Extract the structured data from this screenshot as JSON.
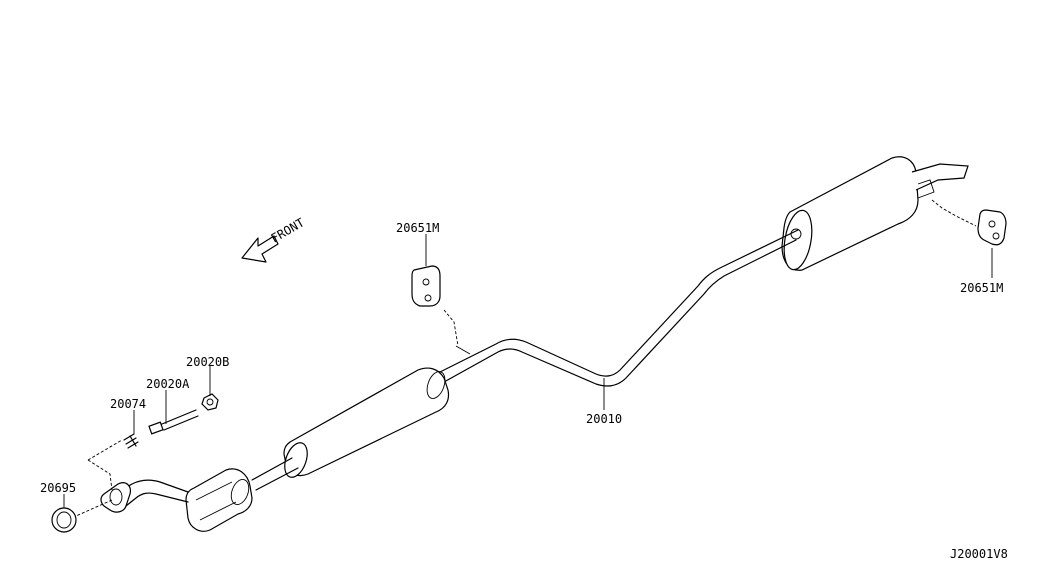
{
  "diagram": {
    "front_label": "FRONT",
    "drawing_code": "J20001V8",
    "labels": {
      "hanger_front": "20651M",
      "hanger_rear": "20651M",
      "exhaust_tube": "20010",
      "nut": "20020B",
      "stud_bolt": "20020A",
      "spring": "20074",
      "gasket": "20695"
    }
  }
}
